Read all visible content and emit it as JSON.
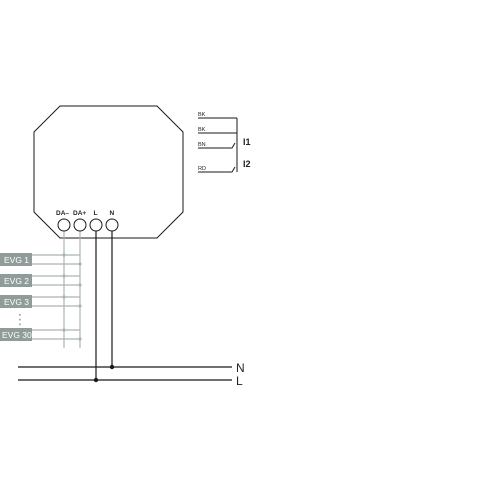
{
  "device": {
    "terminals": [
      "DA–",
      "DA+",
      "L",
      "N"
    ]
  },
  "inputs": {
    "wires": [
      "BK",
      "BK",
      "BN",
      "RD"
    ],
    "labels": [
      "I1",
      "I2"
    ]
  },
  "evg": {
    "items": [
      "EVG 1",
      "EVG 2",
      "EVG 3",
      "EVG 30"
    ],
    "ellipsis": "⋮"
  },
  "mains": {
    "n_label": "N",
    "l_label": "L"
  },
  "colors": {
    "line": "#1a1a1a",
    "bus": "#aab5b3",
    "evg_fill": "#8f9c99"
  }
}
